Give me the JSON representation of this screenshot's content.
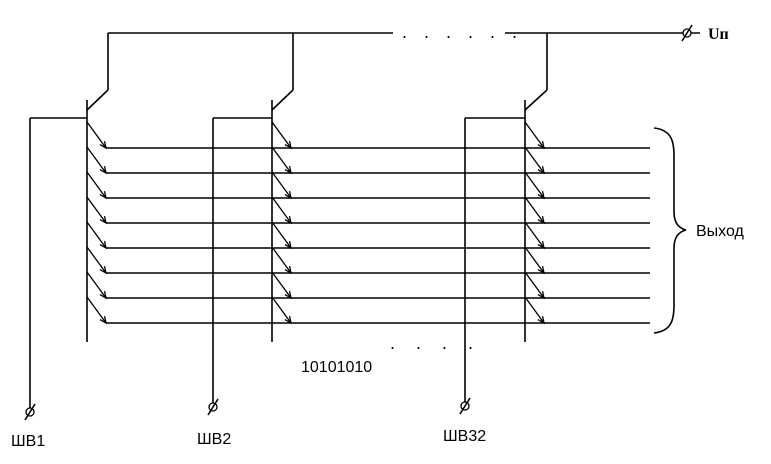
{
  "diagram": {
    "supply_label": "Uп",
    "output_label": "Выход",
    "pattern_label": "10101010",
    "top_ellipsis": ". . . . . .",
    "mid_ellipsis": ". . . .",
    "columns": [
      {
        "label": "ШВ1"
      },
      {
        "label": "ШВ2"
      },
      {
        "label": "ШВ32"
      }
    ],
    "output_lines": 8,
    "colors": {
      "stroke": "#000000",
      "background": "#ffffff"
    }
  }
}
